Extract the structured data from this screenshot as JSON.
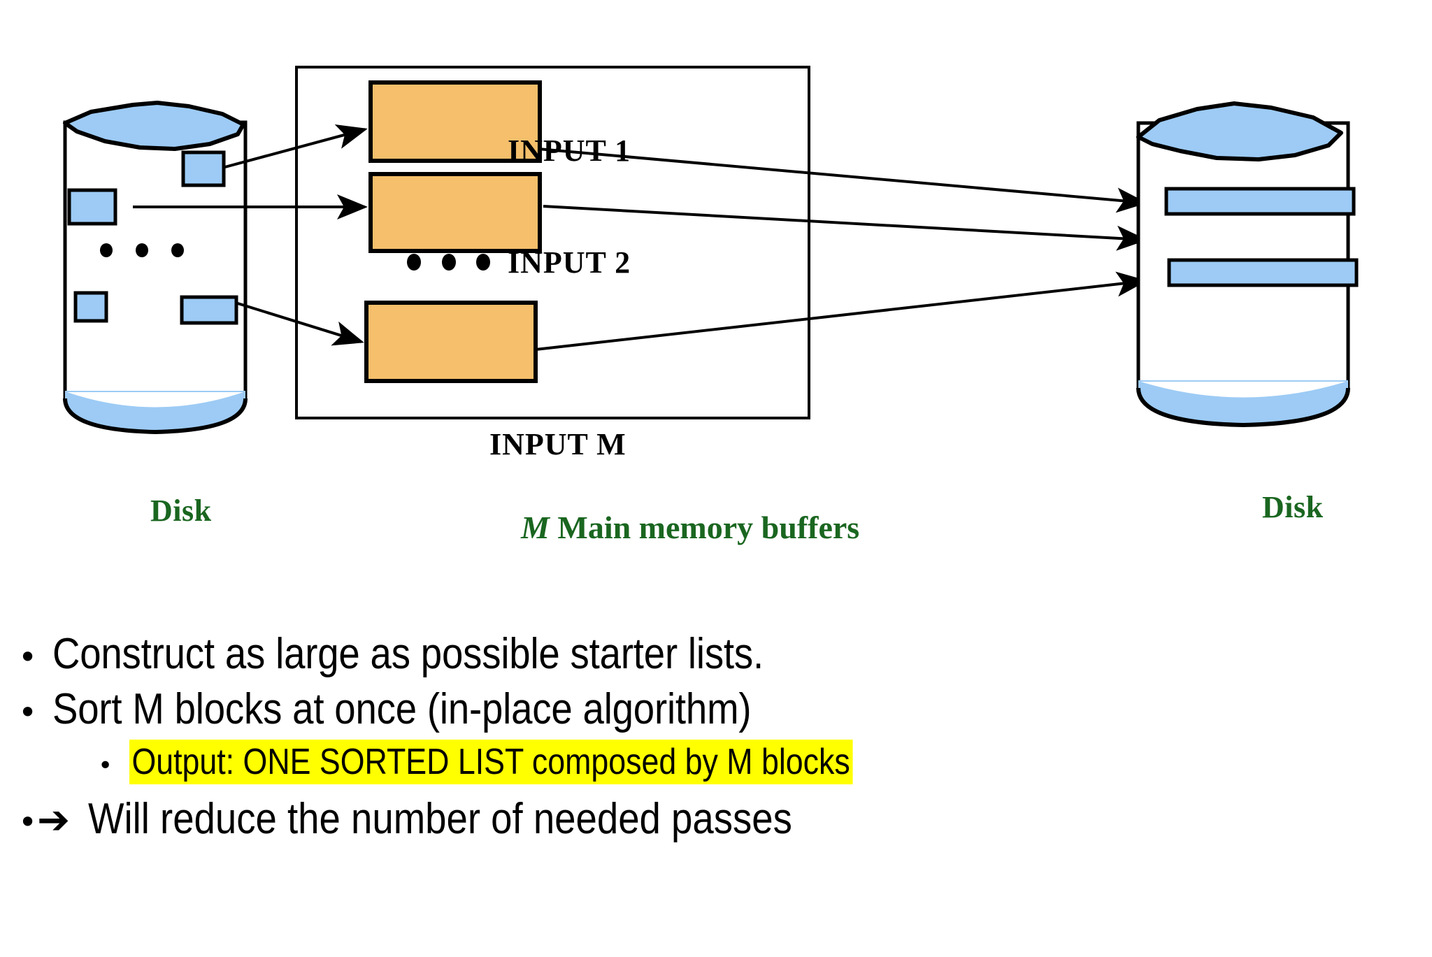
{
  "diagram": {
    "left_disk": {
      "label": "Disk",
      "label_color": "#1a6620",
      "body_fill": "#ffffff",
      "accent_fill": "#9dcbf5",
      "blocks": 4
    },
    "right_disk": {
      "label": "Disk",
      "label_color": "#1a6620",
      "body_fill": "#ffffff",
      "accent_fill": "#9dcbf5",
      "blocks": 2
    },
    "memory": {
      "caption_prefix": "M",
      "caption_rest": " Main memory buffers",
      "caption_color": "#1a6620",
      "buffer_fill": "#f5bf6b",
      "buffers": [
        {
          "label": "INPUT  1"
        },
        {
          "label": "INPUT  2"
        },
        {
          "label": "INPUT  M"
        }
      ],
      "ellipsis": "• • •"
    },
    "disk_ellipsis": "• • •"
  },
  "bullets": [
    {
      "level": 1,
      "marker": "•",
      "text": "Construct as large as possible starter lists.",
      "highlight": false
    },
    {
      "level": 1,
      "marker": "•",
      "text": "Sort M blocks at once (in-place algorithm)",
      "highlight": false
    },
    {
      "level": 2,
      "marker": "•",
      "text": "Output: ONE SORTED LIST composed by M blocks",
      "highlight": true,
      "highlight_color": "#ffff00"
    },
    {
      "level": 1,
      "marker": "•",
      "arrow": "➔",
      "text": "Will reduce the number of needed passes",
      "highlight": false
    }
  ]
}
